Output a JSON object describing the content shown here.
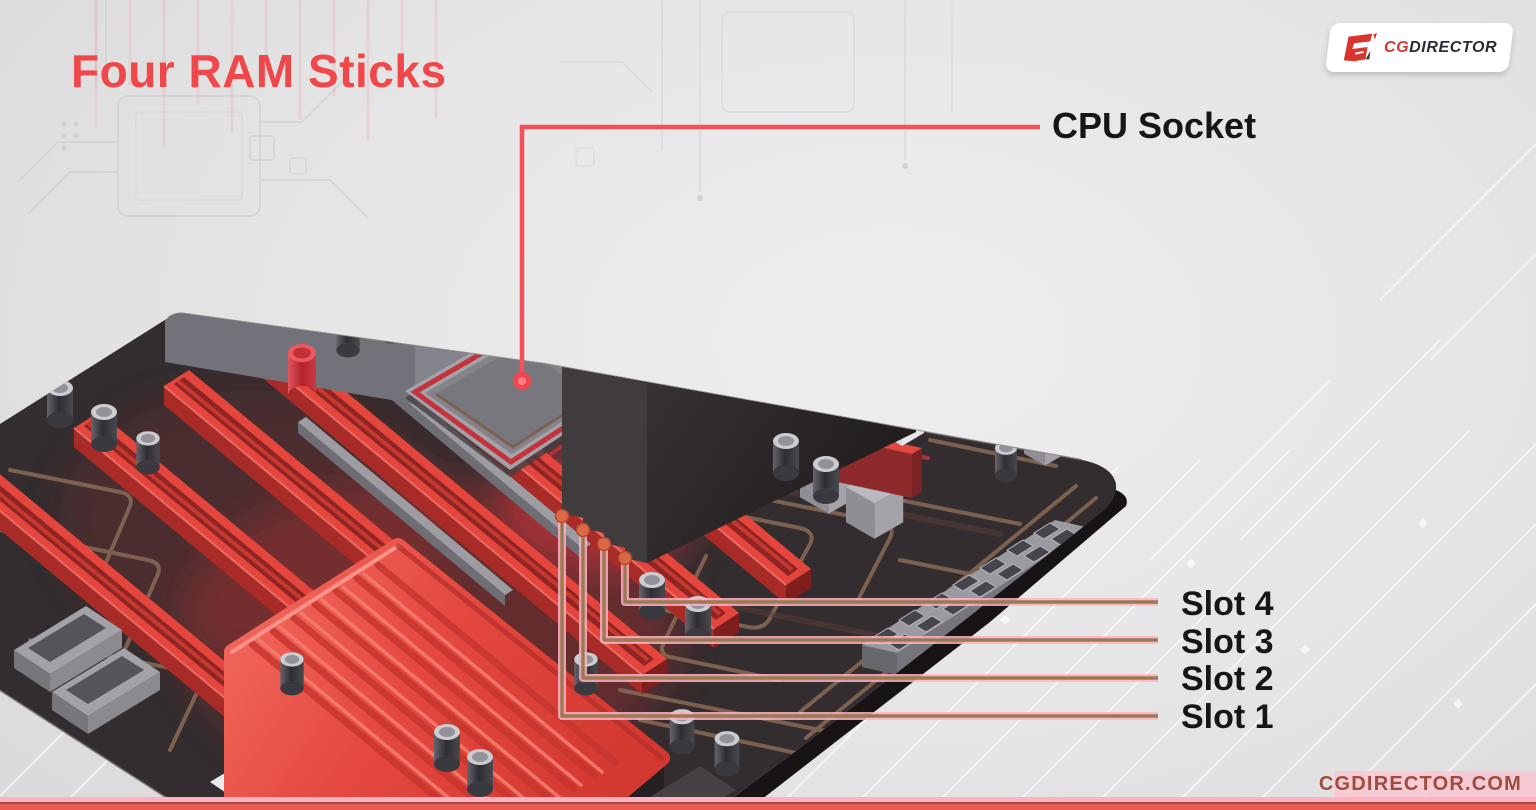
{
  "title": "Four RAM Sticks",
  "brand": {
    "logo_cg": "CG",
    "logo_director": "DIRECTOR",
    "watermark": "CGDIRECTOR.COM"
  },
  "annotations": {
    "cpu_socket": {
      "label": "CPU Socket"
    },
    "slots": [
      {
        "label": "Slot 4"
      },
      {
        "label": "Slot 3"
      },
      {
        "label": "Slot 2"
      },
      {
        "label": "Slot 1"
      }
    ]
  },
  "colors": {
    "title_red": "#f0474b",
    "label_black": "#161616",
    "cpu_leader_red": "#f4505a",
    "slot_leader_brown": "#9a7a52",
    "slot_leader_pink": "#ffb3c6",
    "board_dark": "#332d2f",
    "trace_brown": "#8a6c58",
    "ram_chip_red": "#fa3c53",
    "pcie_red": "#e4453c",
    "heatsink_red": "#e85148",
    "background_gray": "#e6e5e6",
    "bottom_bar_red": "#e75b54",
    "bottom_bar_pink": "#ffb0c3",
    "logo_red": "#d8352f"
  }
}
